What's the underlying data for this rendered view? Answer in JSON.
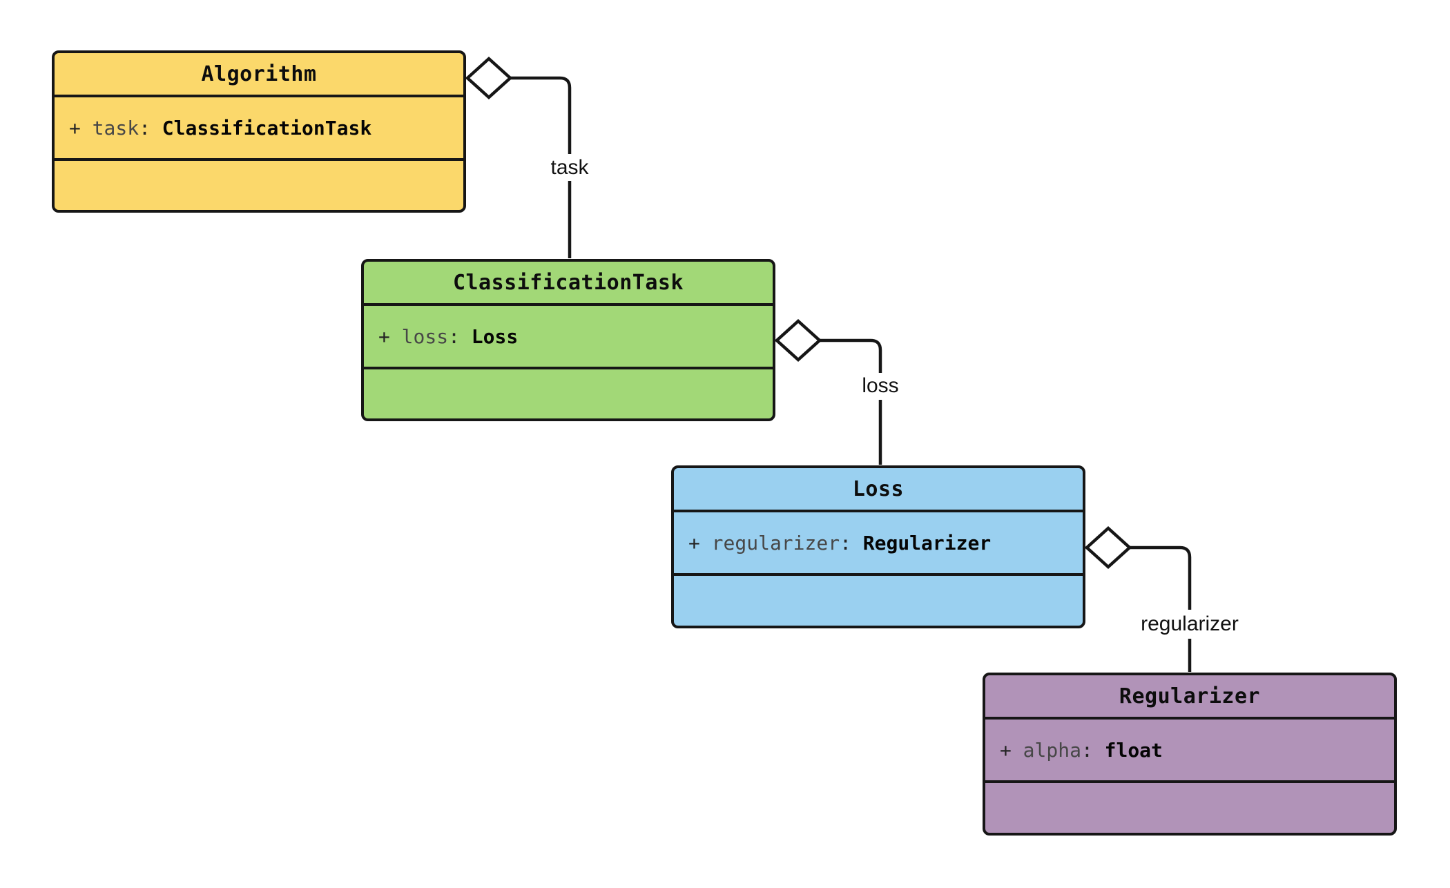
{
  "diagram": {
    "background_color": "#ffffff",
    "stroke_color": "#161616",
    "classes": [
      {
        "title": "Algorithm",
        "fill": "#FBD86B",
        "attribute": {
          "visibility": "+",
          "name": "task",
          "separator": ":",
          "type": "ClassificationTask"
        }
      },
      {
        "title": "ClassificationTask",
        "fill": "#A2D877",
        "attribute": {
          "visibility": "+",
          "name": "loss",
          "separator": ":",
          "type": "Loss"
        }
      },
      {
        "title": "Loss",
        "fill": "#9AD0F0",
        "attribute": {
          "visibility": "+",
          "name": "regularizer",
          "separator": ":",
          "type": "Regularizer"
        }
      },
      {
        "title": "Regularizer",
        "fill": "#B193B8",
        "attribute": {
          "visibility": "+",
          "name": "alpha",
          "separator": ":",
          "type": "float"
        }
      }
    ],
    "edges": [
      {
        "label": "task",
        "from": "Algorithm",
        "to": "ClassificationTask",
        "relation": "aggregation"
      },
      {
        "label": "loss",
        "from": "ClassificationTask",
        "to": "Loss",
        "relation": "aggregation"
      },
      {
        "label": "regularizer",
        "from": "Loss",
        "to": "Regularizer",
        "relation": "aggregation"
      }
    ]
  }
}
